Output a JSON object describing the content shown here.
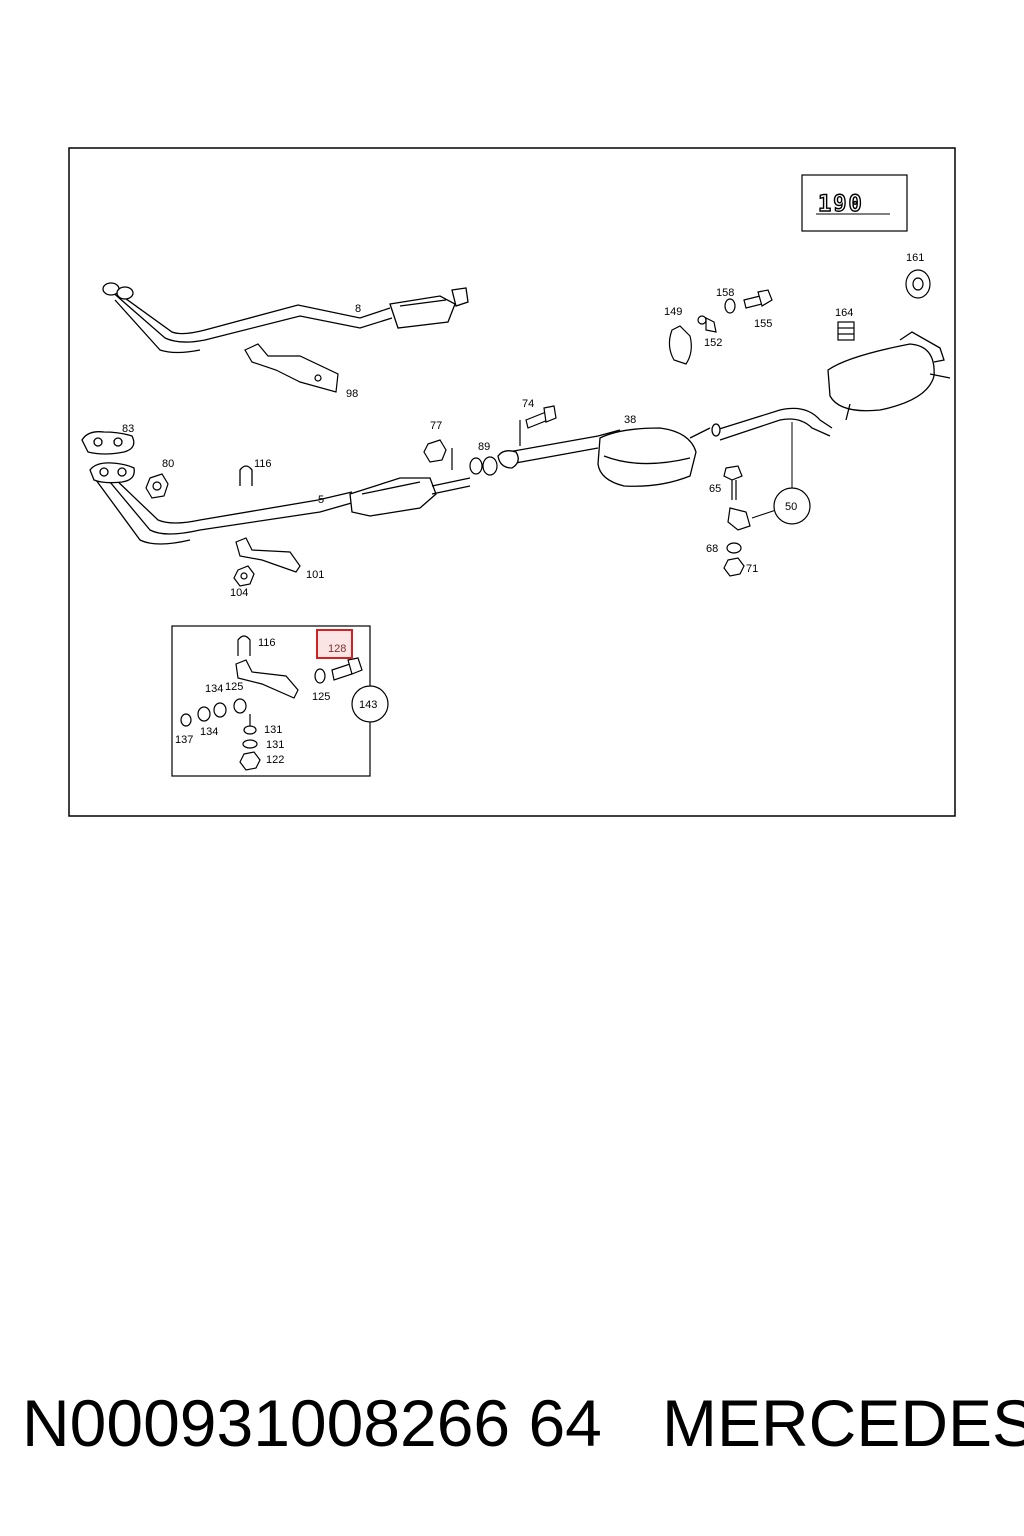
{
  "model_badge": "190",
  "callouts": {
    "c8": "8",
    "c98": "98",
    "c83": "83",
    "c80": "80",
    "c116": "116",
    "c5": "5",
    "c101": "101",
    "c104": "104",
    "c77": "77",
    "c89": "89",
    "c74": "74",
    "c38": "38",
    "c149": "149",
    "c158": "158",
    "c155": "155",
    "c152": "152",
    "c161": "161",
    "c164": "164",
    "c65": "65",
    "c50": "50",
    "c68": "68",
    "c71": "71"
  },
  "inset": {
    "c116": "116",
    "c128": "128",
    "c134a": "134",
    "c125a": "125",
    "c125b": "125",
    "c143": "143",
    "c137": "137",
    "c134b": "134",
    "c131a": "131",
    "c131b": "131",
    "c122": "122"
  },
  "highlight": {
    "label": "128",
    "color": "#d42020"
  },
  "footer": {
    "part_number": "N000931008266 64",
    "brand": "MERCEDES"
  }
}
